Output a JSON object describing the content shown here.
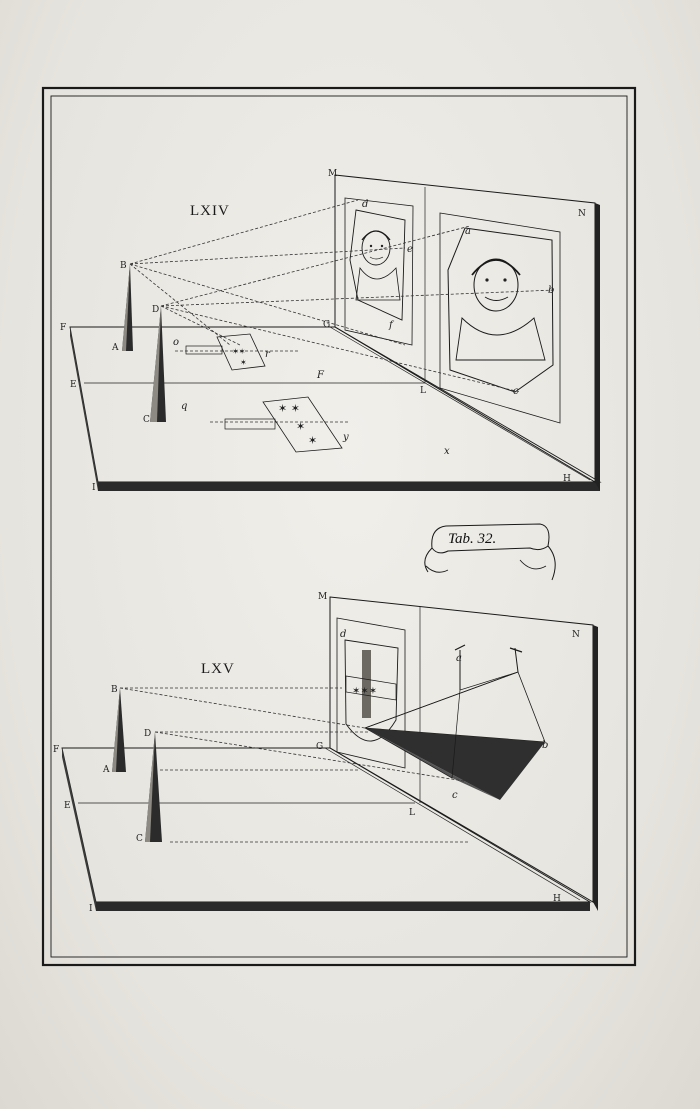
{
  "plate": {
    "tab_label": "Tab. 32.",
    "top_figure": {
      "numeral": "LXIV",
      "labels": {
        "M": "M",
        "N": "N",
        "B": "B",
        "D": "D",
        "A": "A",
        "C": "C",
        "F": "F",
        "E": "E",
        "I": "I",
        "G": "G",
        "L": "L",
        "H": "H",
        "d": "d",
        "e": "e",
        "f": "f",
        "a": "a",
        "b": "b",
        "c": "c",
        "o": "o",
        "r": "r",
        "q": "q",
        "y": "y",
        "x": "x",
        "F_italic": "F"
      }
    },
    "bottom_figure": {
      "numeral": "LXV",
      "labels": {
        "M": "M",
        "N": "N",
        "B": "B",
        "D": "D",
        "A": "A",
        "C": "C",
        "F": "F",
        "E": "E",
        "I": "I",
        "G": "G",
        "L": "L",
        "H": "H",
        "d": "d",
        "a": "a",
        "b": "b",
        "c": "c"
      }
    }
  }
}
